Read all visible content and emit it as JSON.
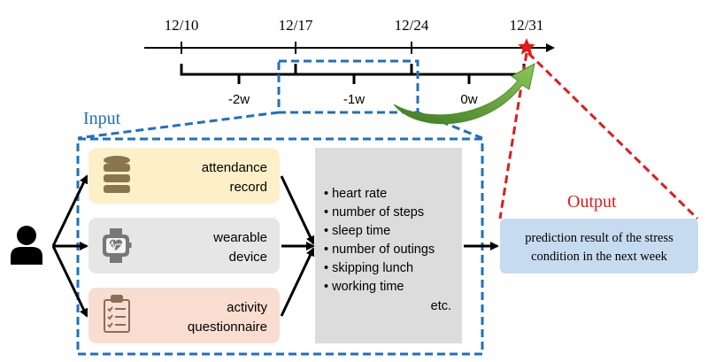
{
  "timeline": {
    "dates": [
      "12/10",
      "12/17",
      "12/24",
      "12/31"
    ],
    "week_labels": [
      "-2w",
      "-1w",
      "0w"
    ]
  },
  "input": {
    "title": "Input",
    "sources": [
      {
        "line1": "attendance",
        "line2": "record",
        "icon": "database-icon",
        "color": "#fdf0c8"
      },
      {
        "line1": "wearable",
        "line2": "device",
        "icon": "smartwatch-icon",
        "color": "#e6e6e6"
      },
      {
        "line1": "activity",
        "line2": "questionnaire",
        "icon": "clipboard-icon",
        "color": "#f9ddd0"
      }
    ],
    "features": [
      "heart rate",
      "number of steps",
      "sleep time",
      "number of outings",
      "skipping lunch",
      "working time"
    ],
    "features_more": "etc."
  },
  "output": {
    "title": "Output",
    "line1": "prediction result of the stress",
    "line2": "condition in the next week"
  },
  "colors": {
    "input_blue": "#1f6fbf",
    "output_red": "#e21b1b",
    "star": "#e21b1b",
    "arrow_green": "#5a9a2f",
    "output_box": "#c7dbf0"
  }
}
